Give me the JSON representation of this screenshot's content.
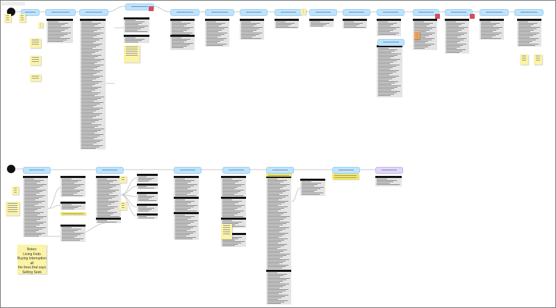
{
  "colors": {
    "flow_step": "#bfe3fb",
    "final_step": "#e2d5f5",
    "table_header": "#111111",
    "table_body": "#e4e4e4",
    "sticky": "#fbf3a6",
    "highlight": "#f7e94a",
    "flag": "#d34d5e"
  },
  "notes": {
    "main_note": [
      "Notes:",
      "Living Feds",
      "Buying Interruption all",
      "the lines that says",
      "Selling Seek"
    ]
  }
}
